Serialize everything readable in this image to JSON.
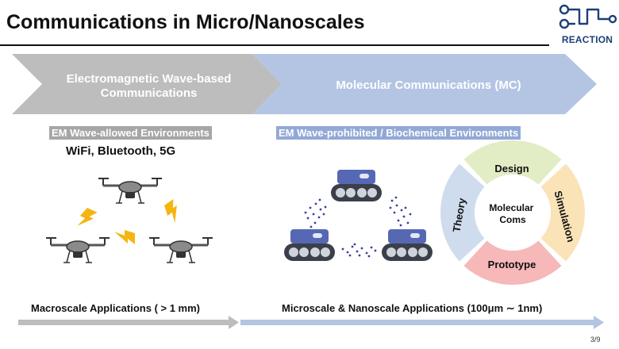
{
  "title": "Communications in Micro/Nanoscales",
  "logo": {
    "text": "REACTION"
  },
  "chevrons": {
    "left": "Electromagnetic Wave-based Communications",
    "right": "Molecular Communications (MC)"
  },
  "left_panel": {
    "label": "EM Wave-allowed Environments",
    "technologies": "WiFi, Bluetooth, 5G",
    "application": "Macroscale Applications ( > 1 mm)"
  },
  "right_panel": {
    "label": "EM Wave-prohibited / Biochemical Environments",
    "application": "Microscale & Nanoscale Applications  (100μm ∼ 1nm)"
  },
  "cycle": {
    "center": "Molecular Coms",
    "segments": [
      "Design",
      "Simulation",
      "Prototype",
      "Theory"
    ]
  },
  "colors": {
    "left_chevron": "#bdbdbd",
    "right_chevron": "#b3c5e3",
    "left_label_bg": "#a6a6a6",
    "right_label_bg": "#92a9d6",
    "lightning": "#f5b511",
    "robot_body": "#5668b4",
    "particle": "#3a3fa0",
    "design": "#e2ecc5",
    "simulation": "#fbe3b8",
    "prototype": "#f6b8b8",
    "theory": "#cfdcee"
  },
  "page_number": "3/9"
}
